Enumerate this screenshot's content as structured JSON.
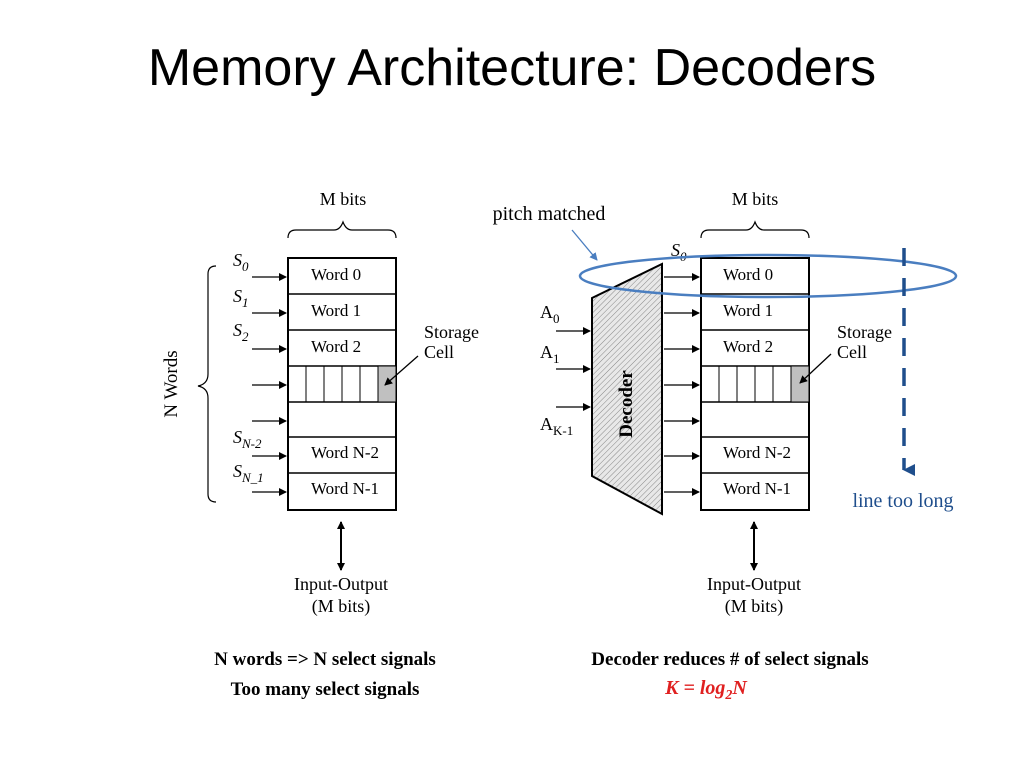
{
  "slide": {
    "title": "Memory Architecture: Decoders"
  },
  "left": {
    "m_bits": "M bits",
    "n_words": "N Words",
    "select_labels": [
      {
        "base": "S",
        "sub": "0"
      },
      {
        "base": "S",
        "sub": "1"
      },
      {
        "base": "S",
        "sub": "2"
      },
      {
        "base": "S",
        "sub": "N-2"
      },
      {
        "base": "S",
        "sub": "N_1"
      }
    ],
    "words": [
      "Word 0",
      "Word 1",
      "Word 2",
      "Word N-2",
      "Word N-1"
    ],
    "storage_cell": [
      "Storage",
      "Cell"
    ],
    "io": [
      "Input-Output",
      "(M bits)"
    ],
    "caption": [
      "N words => N select signals",
      "Too many select signals"
    ]
  },
  "right": {
    "m_bits": "M bits",
    "pitch_matched": "pitch matched",
    "select_label": {
      "base": "S",
      "sub": "0"
    },
    "address_labels": [
      {
        "base": "A",
        "sub": "0"
      },
      {
        "base": "A",
        "sub": "1"
      },
      {
        "base": "A",
        "sub": "K-1"
      }
    ],
    "decoder": "Decoder",
    "words": [
      "Word 0",
      "Word 1",
      "Word 2",
      "Word N-2",
      "Word N-1"
    ],
    "storage_cell": [
      "Storage",
      "Cell"
    ],
    "line_too_long": "line too long",
    "io": [
      "Input-Output",
      "(M bits)"
    ],
    "caption": "Decoder reduces # of select signals",
    "formula": {
      "k": "K",
      "eq": " = ",
      "log": "log",
      "sub": "2",
      "n": "N"
    }
  },
  "colors": {
    "annotation_blue": "#4a7ec0",
    "dashed_blue": "#1f4e8c",
    "formula_red": "#e02020",
    "cell_gray": "#c0c0c0"
  }
}
